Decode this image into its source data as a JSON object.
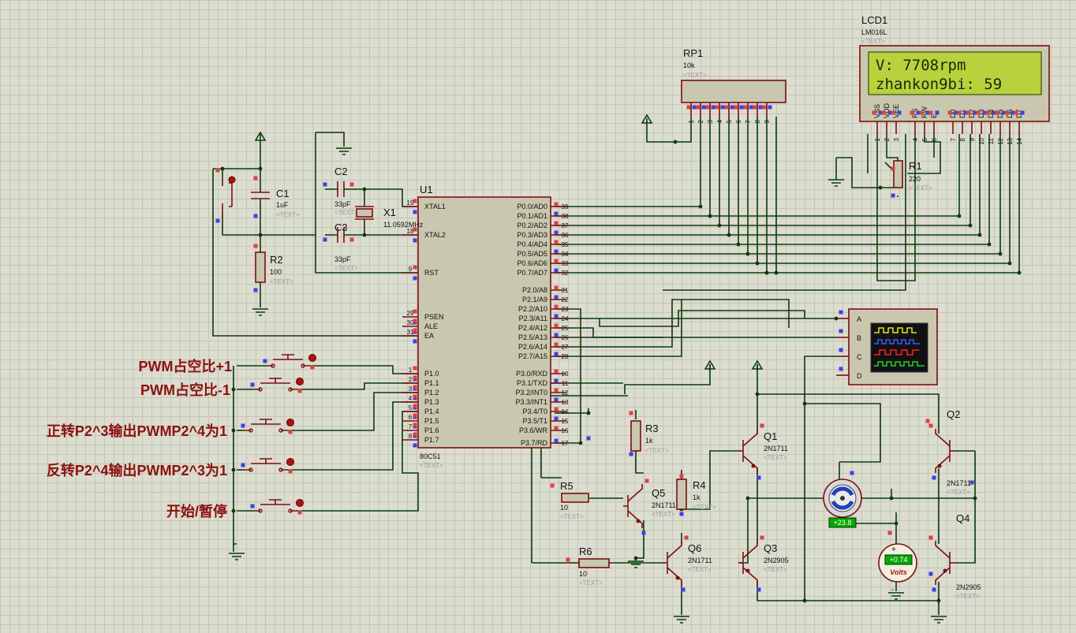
{
  "lcd": {
    "ref": "LCD1",
    "model": "LM016L",
    "text": "<TEXT>",
    "line1": "V: 7708rpm",
    "line2": "zhankon9bi: 59",
    "pins": [
      "VSS",
      "VDD",
      "VEE",
      "RS",
      "RW",
      "E",
      "D0",
      "D1",
      "D2",
      "D3",
      "D4",
      "D5",
      "D6",
      "D7"
    ],
    "pinnums": [
      "1",
      "2",
      "3",
      "4",
      "5",
      "6",
      "7",
      "8",
      "9",
      "10",
      "11",
      "12",
      "13",
      "14"
    ]
  },
  "rp1": {
    "ref": "RP1",
    "value": "10k",
    "text": "<TEXT>",
    "pinnums": [
      "1",
      "2",
      "3",
      "4",
      "5",
      "6",
      "7",
      "8",
      "9"
    ]
  },
  "r1": {
    "ref": "R1",
    "value": "220",
    "text": "<TEXT>"
  },
  "c1": {
    "ref": "C1",
    "value": "1uF",
    "text": "<TEXT>"
  },
  "c2": {
    "ref": "C2",
    "value": "33pF",
    "text": "<TEXT>"
  },
  "c3": {
    "ref": "C3",
    "value": "33pF",
    "text": "<TEXT>"
  },
  "x1": {
    "ref": "X1",
    "value": "11.0592MHz"
  },
  "r2": {
    "ref": "R2",
    "value": "100",
    "text": "<TEXT>"
  },
  "u1": {
    "ref": "U1",
    "model": "80C51",
    "text": "<TEXT>",
    "left_pins": [
      {
        "name": "XTAL1",
        "num": "19"
      },
      {
        "name": "XTAL2",
        "num": "18"
      },
      {
        "name": "RST",
        "num": "9"
      },
      {
        "name": "PSEN",
        "num": "29"
      },
      {
        "name": "ALE",
        "num": "30"
      },
      {
        "name": "EA",
        "num": "31"
      },
      {
        "name": "P1.0",
        "num": "1"
      },
      {
        "name": "P1.1",
        "num": "2"
      },
      {
        "name": "P1.2",
        "num": "3"
      },
      {
        "name": "P1.3",
        "num": "4"
      },
      {
        "name": "P1.4",
        "num": "5"
      },
      {
        "name": "P1.5",
        "num": "6"
      },
      {
        "name": "P1.6",
        "num": "7"
      },
      {
        "name": "P1.7",
        "num": "8"
      }
    ],
    "right_pins": [
      {
        "name": "P0.0/AD0",
        "num": "39"
      },
      {
        "name": "P0.1/AD1",
        "num": "38"
      },
      {
        "name": "P0.2/AD2",
        "num": "37"
      },
      {
        "name": "P0.3/AD3",
        "num": "36"
      },
      {
        "name": "P0.4/AD4",
        "num": "35"
      },
      {
        "name": "P0.5/AD5",
        "num": "34"
      },
      {
        "name": "P0.6/AD6",
        "num": "33"
      },
      {
        "name": "P0.7/AD7",
        "num": "32"
      },
      {
        "name": "P2.0/A8",
        "num": "21"
      },
      {
        "name": "P2.1/A9",
        "num": "22"
      },
      {
        "name": "P2.2/A10",
        "num": "23"
      },
      {
        "name": "P2.3/A11",
        "num": "24"
      },
      {
        "name": "P2.4/A12",
        "num": "25"
      },
      {
        "name": "P2.5/A13",
        "num": "26"
      },
      {
        "name": "P2.6/A14",
        "num": "27"
      },
      {
        "name": "P2.7/A15",
        "num": "28"
      },
      {
        "name": "P3.0/RXD",
        "num": "10"
      },
      {
        "name": "P3.1/TXD",
        "num": "11"
      },
      {
        "name": "P3.2/INT0",
        "num": "12"
      },
      {
        "name": "P3.3/INT1",
        "num": "13"
      },
      {
        "name": "P3.4/T0",
        "num": "14"
      },
      {
        "name": "P3.5/T1",
        "num": "15"
      },
      {
        "name": "P3.6/WR",
        "num": "16"
      },
      {
        "name": "P3.7/RD",
        "num": "17"
      }
    ]
  },
  "buttons": [
    "PWM占空比+1",
    "PWM占空比-1",
    "正转P2^3输出PWMP2^4为1",
    "反转P2^4输出PWMP2^3为1",
    "开始/暂停"
  ],
  "scope": {
    "channels": [
      "A",
      "B",
      "C",
      "D"
    ]
  },
  "r3": {
    "ref": "R3",
    "value": "1k",
    "text": "<TEXT>"
  },
  "r4": {
    "ref": "R4",
    "value": "1k",
    "text": "<TEXT>"
  },
  "r5": {
    "ref": "R5",
    "value": "10",
    "text": "<TEXT>"
  },
  "r6": {
    "ref": "R6",
    "value": "10",
    "text": "<TEXT>"
  },
  "q1": {
    "ref": "Q1",
    "model": "2N1711",
    "text": "<TEXT>"
  },
  "q2": {
    "ref": "Q2",
    "model": "2N1711",
    "text": "<TEXT>"
  },
  "q3": {
    "ref": "Q3",
    "model": "2N2905",
    "text": "<TEXT>"
  },
  "q4": {
    "ref": "Q4",
    "model": "2N2905",
    "text": "<TEXT>"
  },
  "q5": {
    "ref": "Q5",
    "model": "2N1711",
    "text": "<TEXT>"
  },
  "q6": {
    "ref": "Q6",
    "model": "2N1711",
    "text": "<TEXT>"
  },
  "motor": {
    "reading": "+23.8"
  },
  "voltmeter": {
    "reading": "+0.74",
    "unit": "Volts",
    "plus": "+",
    "minus": "-"
  },
  "colors": {
    "wire": "#0b3b0b",
    "part_outline": "#7a1010",
    "part_fill": "#c8c8ae",
    "label_red": "#8b1010",
    "lcd_bg": "#b7d23c",
    "grid": "#c6c6b6"
  }
}
